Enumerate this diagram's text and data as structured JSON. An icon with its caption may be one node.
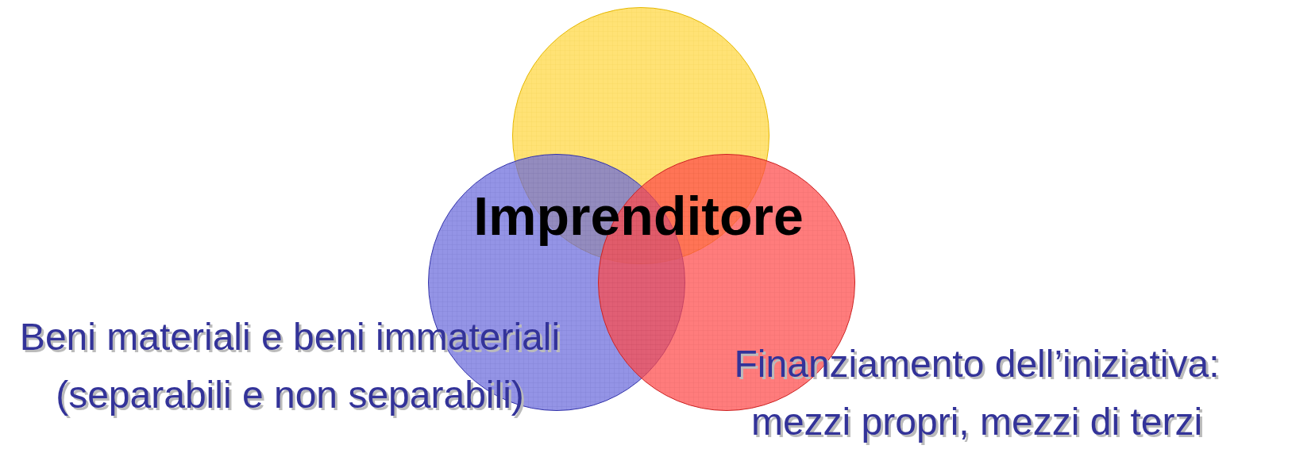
{
  "diagram": {
    "nodes": [
      {
        "text": [
          "Imprenditore"
        ]
      },
      {
        "text": [],
        "shape": "circle",
        "beside": [
          "Beni materiali e beni immateriali (separabili e non separabili)"
        ]
      },
      {
        "text": [],
        "shape": "circle",
        "beside": [
          "Finanziamento dell’iniziativa: mezzi propri, mezzi di terzi"
        ]
      }
    ]
  }
}
